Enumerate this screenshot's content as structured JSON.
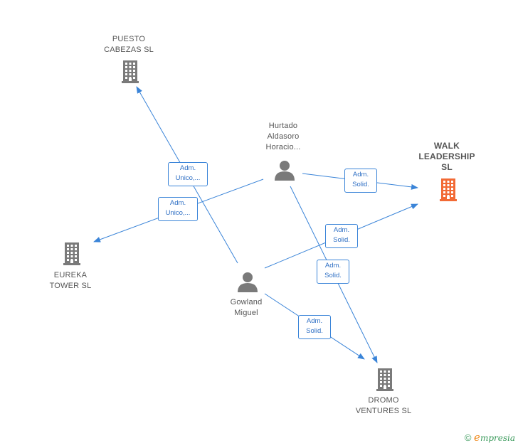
{
  "colors": {
    "edge": "#3a84d8",
    "company": "#7a7a7a",
    "focus_company": "#f26a35",
    "person": "#7a7a7a"
  },
  "nodes": [
    {
      "id": "puesto",
      "type": "company",
      "label": [
        "PUESTO",
        "CABEZAS  SL"
      ],
      "icon": "building-icon"
    },
    {
      "id": "walk",
      "type": "company",
      "focus": true,
      "label": [
        "WALK",
        "LEADERSHIP",
        "SL"
      ],
      "icon": "building-icon"
    },
    {
      "id": "eureka",
      "type": "company",
      "label": [
        "EUREKA",
        "TOWER  SL"
      ],
      "icon": "building-icon"
    },
    {
      "id": "dromo",
      "type": "company",
      "label": [
        "DROMO",
        "VENTURES  SL"
      ],
      "icon": "building-icon"
    },
    {
      "id": "hurtado",
      "type": "person",
      "label": [
        "Hurtado",
        "Aldasoro",
        "Horacio..."
      ],
      "icon": "person-icon"
    },
    {
      "id": "gowland",
      "type": "person",
      "label": [
        "Gowland",
        "Miguel"
      ],
      "icon": "person-icon"
    }
  ],
  "edges": [
    {
      "from": "gowland",
      "to": "puesto",
      "label": [
        "Adm.",
        "Unico,..."
      ]
    },
    {
      "from": "hurtado",
      "to": "eureka",
      "label": [
        "Adm.",
        "Unico,..."
      ]
    },
    {
      "from": "hurtado",
      "to": "walk",
      "label": [
        "Adm.",
        "Solid."
      ]
    },
    {
      "from": "gowland",
      "to": "walk",
      "label": [
        "Adm.",
        "Solid."
      ]
    },
    {
      "from": "hurtado",
      "to": "dromo",
      "label": [
        "Adm.",
        "Solid."
      ]
    },
    {
      "from": "gowland",
      "to": "dromo",
      "label": [
        "Adm.",
        "Solid."
      ]
    }
  ],
  "footer": {
    "copyright": "©",
    "brand_first": "e",
    "brand_rest": "mpresia"
  }
}
